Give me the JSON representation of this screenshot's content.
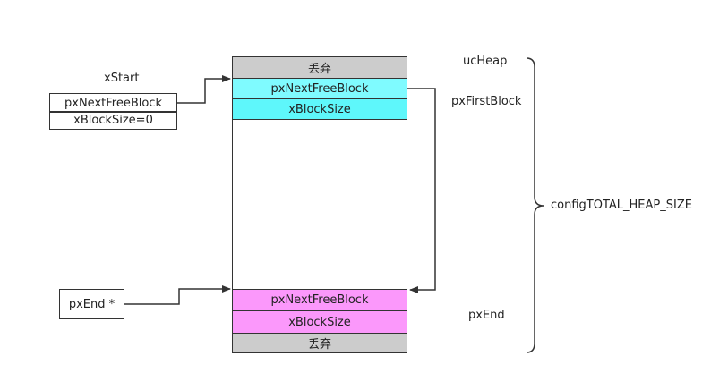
{
  "labels": {
    "xstart": "xStart",
    "ucheap": "ucHeap",
    "pxfirstblock": "pxFirstBlock",
    "pxend_right": "pxEnd",
    "config": "configTOTAL_HEAP_SIZE"
  },
  "xstart_struct": {
    "field1": "pxNextFreeBlock",
    "field2": "xBlockSize=0"
  },
  "pxend_box": "pxEnd  *",
  "heap": {
    "discard_top": "丢弃",
    "first_next": "pxNextFreeBlock",
    "first_size": "xBlockSize",
    "end_next": "pxNextFreeBlock",
    "end_size": "xBlockSize",
    "discard_bottom": "丢弃"
  },
  "colors": {
    "discard": "#cccccc",
    "first_block": "#7ffbff",
    "first_block_size": "#5ef7fb",
    "end_block": "#fb98fb",
    "line": "#333333"
  }
}
